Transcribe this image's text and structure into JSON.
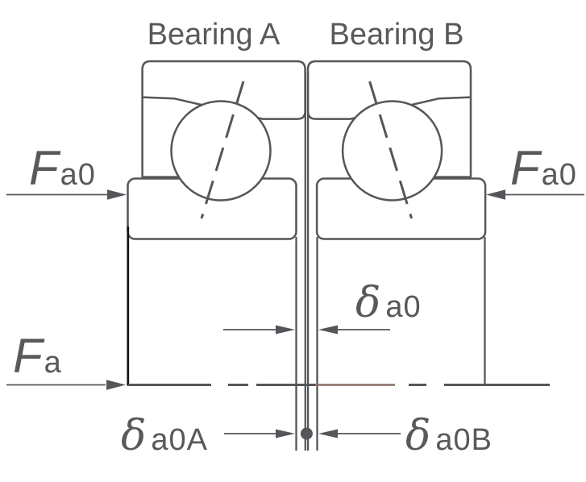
{
  "titles": {
    "bearing_a": "Bearing A",
    "bearing_b": "Bearing B"
  },
  "labels": {
    "preload_left": {
      "sym": "F",
      "sub": "a0"
    },
    "preload_right": {
      "sym": "F",
      "sub": "a0"
    },
    "applied_load": {
      "sym": "F",
      "sub": "a"
    },
    "axial_clearance": {
      "sym": "δ",
      "sub": "a0"
    },
    "clearance_a": {
      "sym": "δ",
      "sub": "a0A"
    },
    "clearance_b": {
      "sym": "δ",
      "sub": "a0B"
    }
  },
  "colors": {
    "line": "#54565a",
    "text": "#58595b",
    "black_line": "#131313",
    "brown_line": "#8b6e67",
    "background": "#ffffff"
  }
}
